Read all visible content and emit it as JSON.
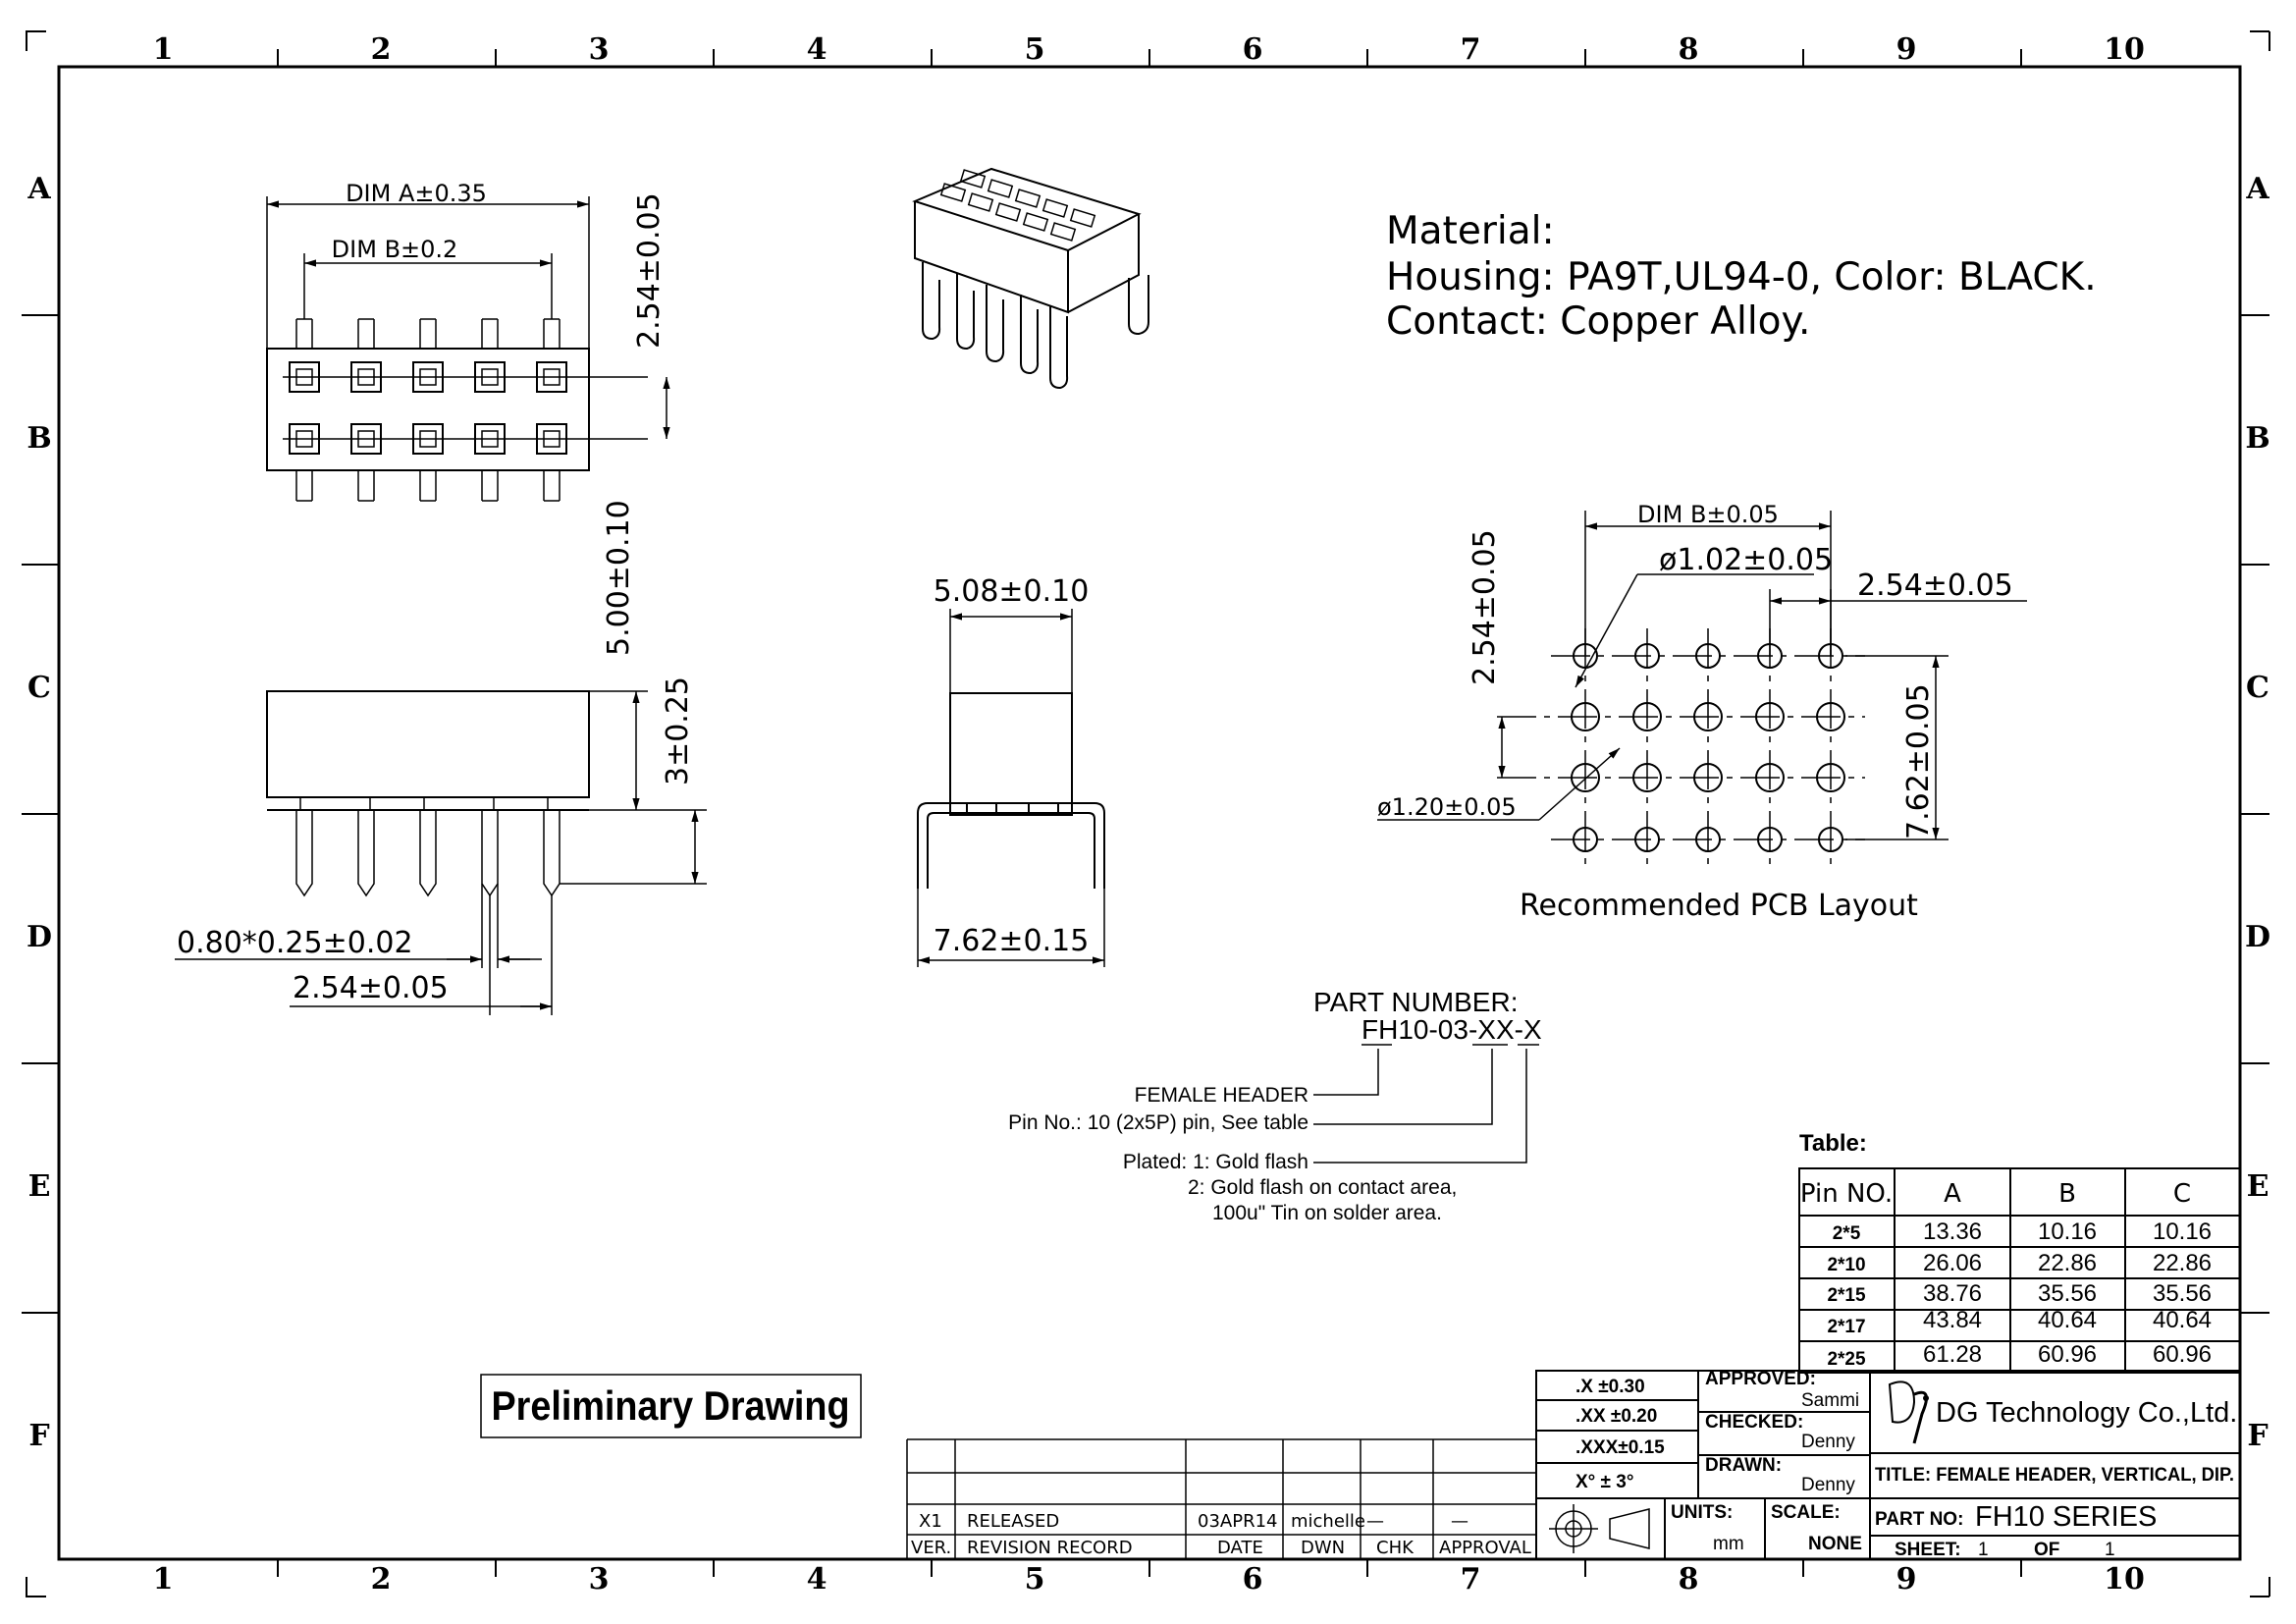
{
  "zones": {
    "columns": [
      "1",
      "2",
      "3",
      "4",
      "5",
      "6",
      "7",
      "8",
      "9",
      "10"
    ],
    "rows": [
      "A",
      "B",
      "C",
      "D",
      "E",
      "F"
    ]
  },
  "top_view": {
    "dim_a": "DIM A±0.35",
    "dim_b": "DIM B±0.2",
    "pitch_v": "2.54±0.05"
  },
  "side_view": {
    "height_total": "5.00±0.10",
    "pin_length": "3±0.25",
    "pin_size": "0.80*0.25±0.02",
    "pitch": "2.54±0.05"
  },
  "end_view": {
    "width_body": "5.08±0.10",
    "row_spacing": "7.62±0.15"
  },
  "material": {
    "line1": "Material:",
    "line2": "Housing: PA9T,UL94-0, Color: BLACK.",
    "line3": "Contact: Copper Alloy."
  },
  "pcb_layout": {
    "dim_b": "DIM B±0.05",
    "hole_small": "ø1.02±0.05",
    "pitch_h": "2.54±0.05",
    "pitch_v": "2.54±0.05",
    "hole_large": "ø1.20±0.05",
    "row_spacing": "7.62±0.05",
    "caption": "Recommended PCB Layout"
  },
  "part_number": {
    "label": "PART NUMBER:",
    "prefix": "FH",
    "middle": "10-03-",
    "xx": "XX",
    "dash": "-",
    "x": "X",
    "desc1": "FEMALE HEADER",
    "desc2": "Pin No.: 10 (2x5P) pin, See table",
    "desc3": "Plated: 1: Gold flash",
    "desc4": "2: Gold flash on contact area,",
    "desc5": "100u\" Tin on solder area."
  },
  "table": {
    "caption": "Table:",
    "headers": [
      "Pin NO.",
      "A",
      "B",
      "C"
    ],
    "rows": [
      [
        "2*5",
        "13.36",
        "10.16",
        "10.16"
      ],
      [
        "2*10",
        "26.06",
        "22.86",
        "22.86"
      ],
      [
        "2*15",
        "38.76",
        "35.56",
        "35.56"
      ],
      [
        "2*17",
        "43.84",
        "40.64",
        "40.64"
      ],
      [
        "2*25",
        "61.28",
        "60.96",
        "60.96"
      ]
    ]
  },
  "preliminary": "Preliminary Drawing",
  "revision": {
    "ver": "X1",
    "record": "RELEASED",
    "date": "03APR14",
    "dwn": "michelle",
    "chk": "—",
    "approval": "—",
    "h_ver": "VER.",
    "h_record": "REVISION RECORD",
    "h_date": "DATE",
    "h_dwn": "DWN",
    "h_chk": "CHK",
    "h_approval": "APPROVAL"
  },
  "tolerances": {
    "t1": ".X   ±0.30",
    "t2": ".XX  ±0.20",
    "t3": ".XXX±0.15",
    "t4": "X°  ±  3°"
  },
  "title_block": {
    "approved_label": "APPROVED:",
    "approved_name": "Sammi",
    "checked_label": "CHECKED:",
    "checked_name": "Denny",
    "drawn_label": "DRAWN:",
    "drawn_name": "Denny",
    "units_label": "UNITS:",
    "units_value": "mm",
    "scale_label": "SCALE:",
    "scale_value": "NONE",
    "company": "DG Technology Co.,Ltd.",
    "title": "TITLE: FEMALE HEADER, VERTICAL, DIP.",
    "part_no_label": "PART NO:",
    "part_no_value": "FH10 SERIES",
    "sheet_label": "SHEET:",
    "sheet_value": "1",
    "of_label": "OF",
    "of_value": "1"
  }
}
